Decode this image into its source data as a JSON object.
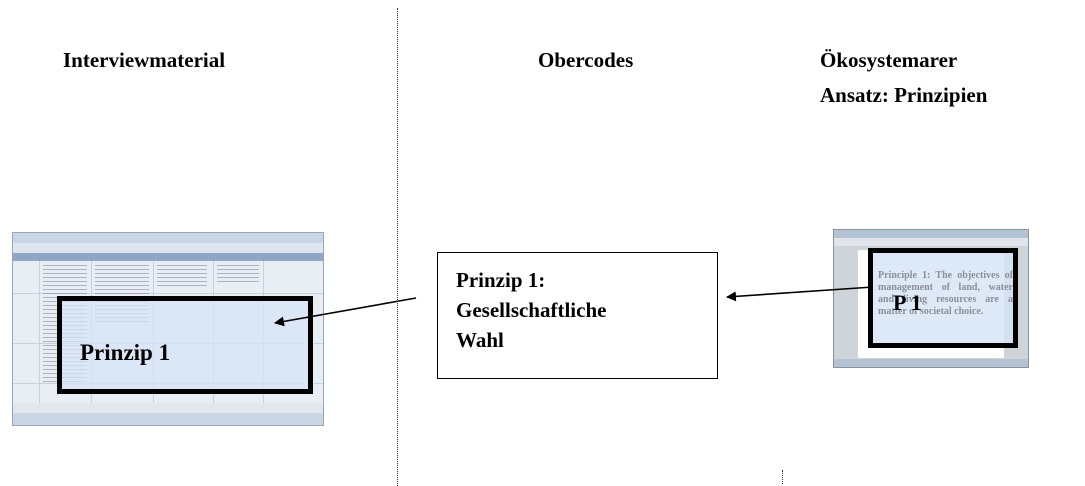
{
  "headings": {
    "left": "Interviewmaterial",
    "middle": "Obercodes",
    "right_line1": "Ökosystemarer",
    "right_line2": "Ansatz: Prinzipien"
  },
  "left_thumbnail": {
    "label": "Prinzip 1"
  },
  "middle_box": {
    "line1": "Prinzip 1:",
    "line2": "Gesellschaftliche",
    "line3": "Wahl"
  },
  "right_thumbnail": {
    "label": "P 1",
    "faint_text": "Principle 1: The objectives of management of land, water and living resources are a matter of societal choice."
  },
  "colors": {
    "frame": "#000000",
    "highlight": "#d6e4f5",
    "background": "#ffffff"
  }
}
